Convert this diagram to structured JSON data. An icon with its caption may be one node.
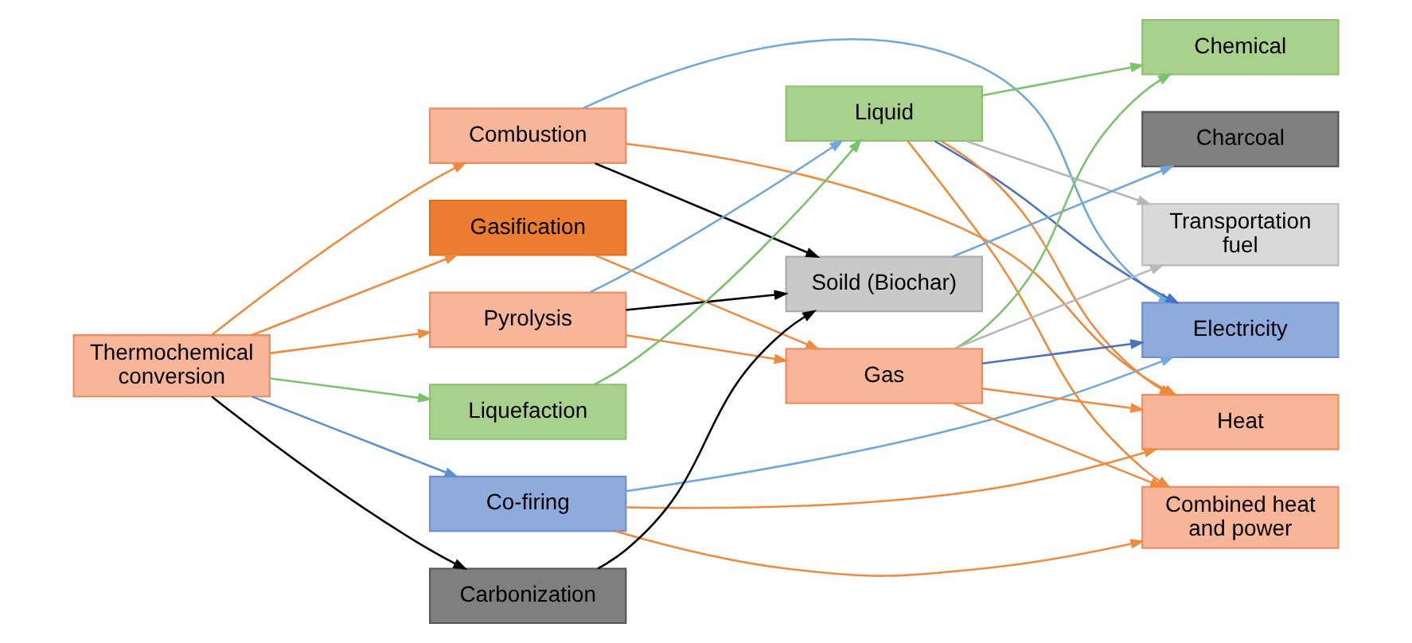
{
  "diagram": {
    "nodes": [
      {
        "text": [
          "Thermochemical conversion"
        ]
      },
      {
        "text": [
          "Combustion"
        ]
      },
      {
        "text": [
          "Gasification"
        ]
      },
      {
        "text": [
          "Pyrolysis"
        ]
      },
      {
        "text": [
          "Liquefaction"
        ]
      },
      {
        "text": [
          "Co-firing"
        ]
      },
      {
        "text": [
          "Carbonization"
        ]
      },
      {
        "text": [
          "Liquid"
        ]
      },
      {
        "text": [
          "Soild (Biochar)"
        ]
      },
      {
        "text": [
          "Gas"
        ]
      },
      {
        "text": [
          "Chemical"
        ]
      },
      {
        "text": [
          "Charcoal"
        ]
      },
      {
        "text": [
          "Transportation fuel"
        ]
      },
      {
        "text": [
          "Electricity"
        ]
      },
      {
        "text": [
          "Heat"
        ]
      },
      {
        "text": [
          "Combined heat and power"
        ]
      }
    ],
    "edges": [
      {
        "from": 0,
        "to": 1,
        "arrow": "to"
      },
      {
        "from": 0,
        "to": 2,
        "arrow": "to"
      },
      {
        "from": 0,
        "to": 3,
        "arrow": "to"
      },
      {
        "from": 0,
        "to": 4,
        "arrow": "to",
        "color": "#7cc26a"
      },
      {
        "from": 0,
        "to": 5,
        "arrow": "to",
        "color": "#5b8fd6"
      },
      {
        "from": 0,
        "to": 6,
        "arrow": "to",
        "color": "#000000"
      },
      {
        "from": 1,
        "to": 8,
        "arrow": "to",
        "color": "#000000"
      },
      {
        "from": 1,
        "to": 14,
        "arrow": "to"
      },
      {
        "from": 1,
        "to": 13,
        "arrow": "to",
        "color": "#6fa8dc"
      },
      {
        "from": 2,
        "to": 9,
        "arrow": "to"
      },
      {
        "from": 3,
        "to": 7,
        "arrow": "to",
        "color": "#6fa8dc"
      },
      {
        "from": 3,
        "to": 8,
        "arrow": "to",
        "color": "#000000"
      },
      {
        "from": 3,
        "to": 9,
        "arrow": "to"
      },
      {
        "from": 4,
        "to": 7,
        "arrow": "to",
        "color": "#7cc26a"
      },
      {
        "from": 5,
        "to": 13,
        "arrow": "to",
        "color": "#6fa8dc"
      },
      {
        "from": 5,
        "to": 14,
        "arrow": "to"
      },
      {
        "from": 5,
        "to": 15,
        "arrow": "to"
      },
      {
        "from": 6,
        "to": 8,
        "arrow": "to",
        "color": "#000000"
      },
      {
        "from": 7,
        "to": 10,
        "arrow": "to",
        "color": "#7cc26a"
      },
      {
        "from": 7,
        "to": 12,
        "arrow": "to",
        "color": "#b7b7b7"
      },
      {
        "from": 7,
        "to": 13,
        "arrow": "to",
        "color": "#4a72c4"
      },
      {
        "from": 7,
        "to": 14,
        "arrow": "to"
      },
      {
        "from": 7,
        "to": 15,
        "arrow": "to"
      },
      {
        "from": 8,
        "to": 11,
        "arrow": "to",
        "color": "#6fa8dc"
      },
      {
        "from": 9,
        "to": 10,
        "arrow": "to",
        "color": "#7cc26a"
      },
      {
        "from": 9,
        "to": 12,
        "arrow": "to",
        "color": "#b7b7b7"
      },
      {
        "from": 9,
        "to": 13,
        "arrow": "to",
        "color": "#4a72c4"
      },
      {
        "from": 9,
        "to": 14,
        "arrow": "to"
      },
      {
        "from": 9,
        "to": 15,
        "arrow": "to"
      }
    ]
  }
}
